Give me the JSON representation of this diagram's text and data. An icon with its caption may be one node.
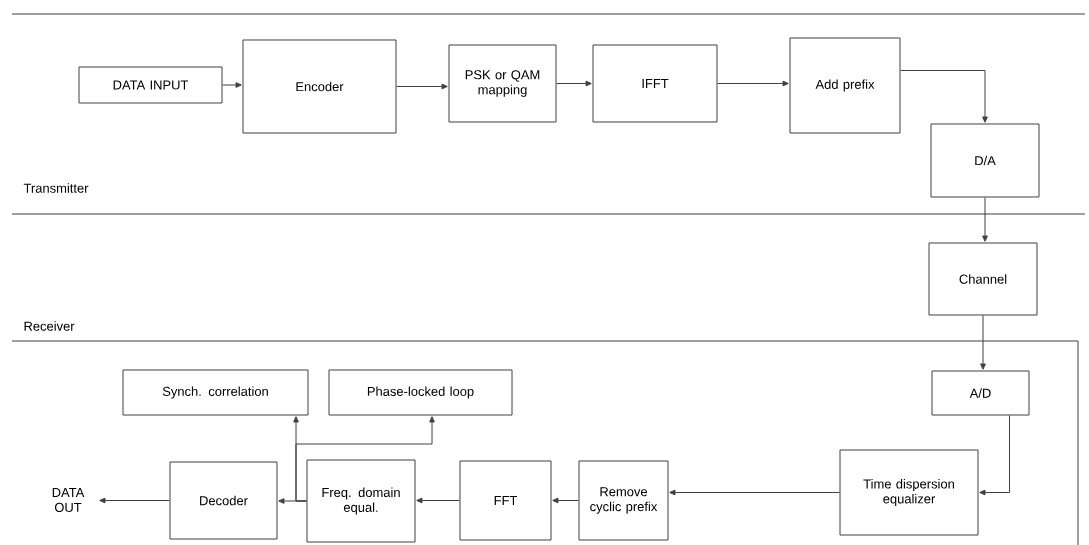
{
  "diagram": {
    "nodes": [
      {
        "text": [
          "Transmitter"
        ]
      },
      {
        "text": [
          "DATA INPUT"
        ],
        "in": 0
      },
      {
        "text": [
          "Encoder"
        ],
        "in": 0
      },
      {
        "text": [
          "PSK or QAM mapping"
        ],
        "in": 0
      },
      {
        "text": [
          "IFFT"
        ],
        "in": 0
      },
      {
        "text": [
          "Add prefix"
        ],
        "in": 0
      },
      {
        "text": [
          "D/A"
        ],
        "in": 0
      },
      {
        "text": [
          "Channel"
        ]
      },
      {
        "text": [
          "Receiver"
        ]
      },
      {
        "text": [
          "A/D"
        ],
        "in": 8
      },
      {
        "text": [
          "Synch. correlation"
        ],
        "in": 8
      },
      {
        "text": [
          "Phase-locked loop"
        ],
        "in": 8
      },
      {
        "text": [
          "Decoder"
        ],
        "in": 8
      },
      {
        "text": [
          "Freq. domain equal."
        ],
        "in": 8
      },
      {
        "text": [
          "FFT"
        ],
        "in": 8
      },
      {
        "text": [
          "Remove cyclic prefix"
        ],
        "in": 8
      },
      {
        "text": [
          "Time dispersion equalizer"
        ],
        "in": 8
      },
      {
        "text": [
          "DATA OUT"
        ],
        "in": 8
      }
    ],
    "edges": [
      {
        "from": 1,
        "to": 2,
        "arrow": "to"
      },
      {
        "from": 2,
        "to": 3,
        "arrow": "to"
      },
      {
        "from": 3,
        "to": 4,
        "arrow": "to"
      },
      {
        "from": 4,
        "to": 5,
        "arrow": "to"
      },
      {
        "from": 5,
        "to": 6,
        "arrow": "to"
      },
      {
        "from": 6,
        "to": 7,
        "arrow": "to"
      },
      {
        "from": 7,
        "to": 9,
        "arrow": "to"
      },
      {
        "from": 9,
        "to": 16,
        "arrow": "to"
      },
      {
        "from": 16,
        "to": 15,
        "arrow": "to"
      },
      {
        "from": 15,
        "to": 14,
        "arrow": "to"
      },
      {
        "from": 14,
        "to": 13,
        "arrow": "to"
      },
      {
        "from": 13,
        "to": 12,
        "arrow": "to"
      },
      {
        "from": 13,
        "to": 10,
        "arrow": "to"
      },
      {
        "from": 13,
        "to": 11,
        "arrow": "to"
      },
      {
        "from": 12,
        "to": 17,
        "arrow": "to"
      }
    ]
  }
}
